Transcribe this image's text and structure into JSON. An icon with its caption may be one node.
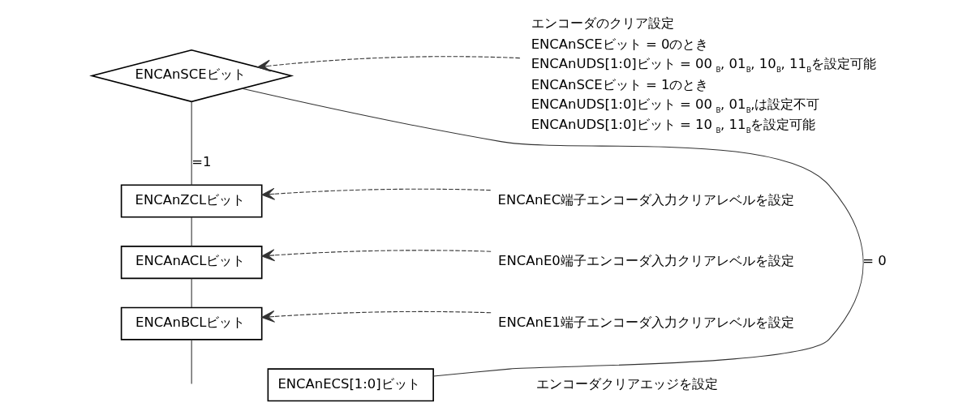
{
  "diagram": {
    "nodes": [
      {
        "text": [
          "ENCAnSCEビット"
        ]
      },
      {
        "text": [
          "ENCAnZCLビット"
        ]
      },
      {
        "text": [
          "ENCAnACLビット"
        ]
      },
      {
        "text": [
          "ENCAnBCLビット"
        ]
      },
      {
        "text": [
          "ENCAnECS[1:0]ビット"
        ]
      },
      {
        "text": [
          "エンコーダのクリア設定",
          "ENCAnSCEビット = 0のとき",
          "ENCAnUDS[1:0]ビット = 00$_{B}$, 01$_{B}$, 10$_{B}$, 11$_{B}$を設定可能",
          "ENCAnSCEビット = 1のとき",
          "ENCAnUDS[1:0]ビット = 00$_{B}$, 01$_{B}$,は設定不可",
          "ENCAnUDS[1:0]ビット = 10$_{B}$, 11$_{B}$を設定可能"
        ]
      },
      {
        "text": [
          "ENCAnEC端子エンコーダ入力クリアレベルを設定"
        ]
      },
      {
        "text": [
          "ENCAnE0端子エンコーダ入力クリアレベルを設定"
        ]
      },
      {
        "text": [
          "ENCAnE1端子エンコーダ入力クリアレベルを設定"
        ]
      }
    ],
    "edges": [
      {
        "from": 0,
        "to": 1,
        "arrow": "none",
        "label": "=1"
      },
      {
        "from": 1,
        "to": 2,
        "arrow": "none"
      },
      {
        "from": 2,
        "to": 3,
        "arrow": "none"
      },
      {
        "from": 3,
        "to": null,
        "arrow": "none"
      },
      {
        "from": 0,
        "to": 4,
        "arrow": "none",
        "label": "= 0"
      },
      {
        "from": 5,
        "to": 0,
        "arrow": "to",
        "style": "dashed"
      },
      {
        "from": 6,
        "to": 1,
        "arrow": "to",
        "style": "dashed"
      },
      {
        "from": 7,
        "to": 2,
        "arrow": "to",
        "style": "dashed"
      },
      {
        "from": 8,
        "to": 3,
        "arrow": "to",
        "style": "dashed"
      }
    ],
    "labels": [
      "エンコーダクリアエッジを設定"
    ]
  }
}
